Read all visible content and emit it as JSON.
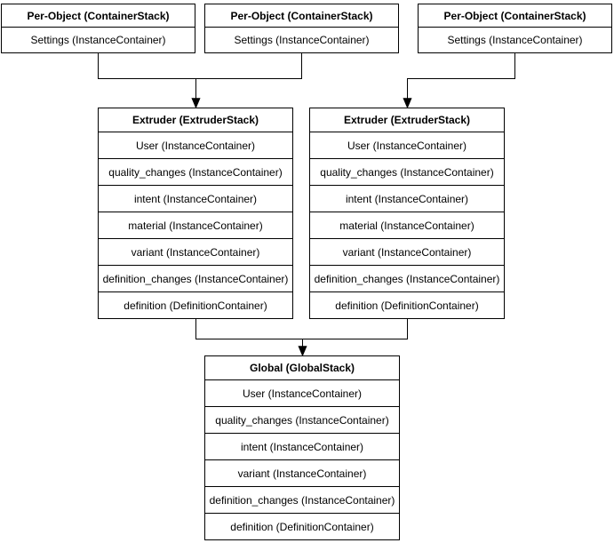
{
  "colors": {
    "line": "#000000",
    "box_fill": "#ffffff",
    "text": "#000000"
  },
  "per_object_stacks": [
    {
      "title": "Per-Object (ContainerStack)",
      "rows": [
        "Settings (InstanceContainer)"
      ]
    },
    {
      "title": "Per-Object (ContainerStack)",
      "rows": [
        "Settings (InstanceContainer)"
      ]
    },
    {
      "title": "Per-Object (ContainerStack)",
      "rows": [
        "Settings (InstanceContainer)"
      ]
    }
  ],
  "extruder_stacks": [
    {
      "title": "Extruder (ExtruderStack)",
      "rows": [
        "User (InstanceContainer)",
        "quality_changes (InstanceContainer)",
        "intent (InstanceContainer)",
        "material (InstanceContainer)",
        "variant (InstanceContainer)",
        "definition_changes (InstanceContainer)",
        "definition (DefinitionContainer)"
      ]
    },
    {
      "title": "Extruder (ExtruderStack)",
      "rows": [
        "User (InstanceContainer)",
        "quality_changes (InstanceContainer)",
        "intent (InstanceContainer)",
        "material (InstanceContainer)",
        "variant (InstanceContainer)",
        "definition_changes (InstanceContainer)",
        "definition (DefinitionContainer)"
      ]
    }
  ],
  "global_stack": {
    "title": "Global (GlobalStack)",
    "rows": [
      "User (InstanceContainer)",
      "quality_changes (InstanceContainer)",
      "intent (InstanceContainer)",
      "variant (InstanceContainer)",
      "definition_changes (InstanceContainer)",
      "definition (DefinitionContainer)"
    ]
  }
}
